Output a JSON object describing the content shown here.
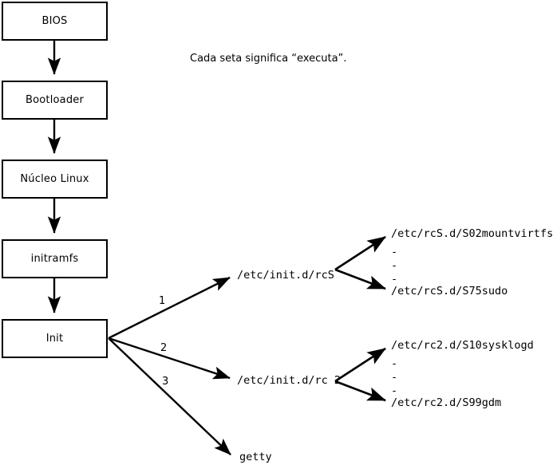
{
  "diagram": {
    "note": "Cada seta significa “executa”.",
    "boot_chain": [
      {
        "label": "BIOS"
      },
      {
        "label": "Bootloader"
      },
      {
        "label": "Núcleo Linux"
      },
      {
        "label": "initramfs"
      },
      {
        "label": "Init"
      }
    ],
    "init_branches": [
      {
        "number": "1",
        "target": "/etc/init.d/rcS"
      },
      {
        "number": "2",
        "target": "/etc/init.d/rc 2"
      },
      {
        "number": "3",
        "target": "getty"
      }
    ],
    "rcs_scripts": {
      "first": "/etc/rcS.d/S02mountvirtfs",
      "ellipsis": [
        "-",
        "-",
        "-"
      ],
      "last": "/etc/rcS.d/S75sudo"
    },
    "rc2_scripts": {
      "first": "/etc/rc2.d/S10sysklogd",
      "ellipsis": [
        "-",
        "-",
        "-"
      ],
      "last": "/etc/rc2.d/S99gdm"
    },
    "colors": {
      "stroke": "#000000",
      "background": "#ffffff",
      "text": "#000000"
    }
  }
}
